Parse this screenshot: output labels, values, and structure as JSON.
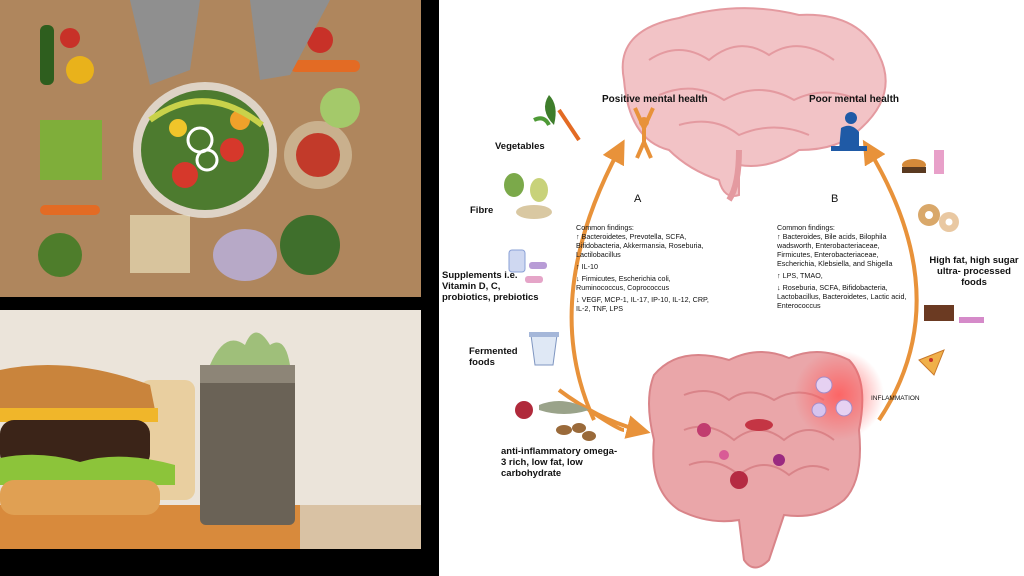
{
  "diagram": {
    "positive_label": "Positive mental health",
    "poor_label": "Poor mental health",
    "panel_a": {
      "letter": "A",
      "heading": "Common findings:",
      "up_bacteria": "↑ Bacteroidetes, Prevotella, SCFA, Bifidobacteria, Akkermansia, Roseburia, Lactilobacillus",
      "up_il": "↑ IL-10",
      "down_bacteria": "↓ Firmicutes, Escherichia coli, Ruminococcus, Coprococcus",
      "down_markers": "↓ VEGF, MCP-1, IL-17, IP-10, IL-12, CRP, IL-2, TNF, LPS"
    },
    "panel_b": {
      "letter": "B",
      "heading": "Common findings:",
      "up_bacteria": "↑ Bacteroides, Bile acids, Bilophila wadsworth, Enterobacteriaceae, Firmicutes, Enterobacteriaceae, Escherichia, Klebsiella, and Shigella",
      "up_markers": "↑ LPS, TMAO,",
      "down_bacteria": "↓ Roseburia, SCFA, Bifidobacteria, Lactobacillus, Bacteroidetes, Lactic acid, Enterococcus"
    },
    "foods_left": {
      "vegetables": "Vegetables",
      "fibre": "Fibre",
      "supplements": "Supplements i.e. Vitamin D, C, probiotics, prebiotics",
      "fermented": "Fermented foods",
      "anti_inflammatory": "anti-inflammatory omega-3 rich, low fat, low carbohydrate"
    },
    "foods_right": {
      "high_fat": "High fat, high sugar ultra- processed foods"
    },
    "inflammation": "INFLAMMATION"
  },
  "colors": {
    "arrow": "#e8923a",
    "brain": "#f1b8bc",
    "gut": "#e9a1a4",
    "inflammation": "#e84a4a",
    "background": "#000000"
  },
  "icons": {
    "person_positive": "person-cheering-icon",
    "person_poor": "person-sad-icon"
  }
}
